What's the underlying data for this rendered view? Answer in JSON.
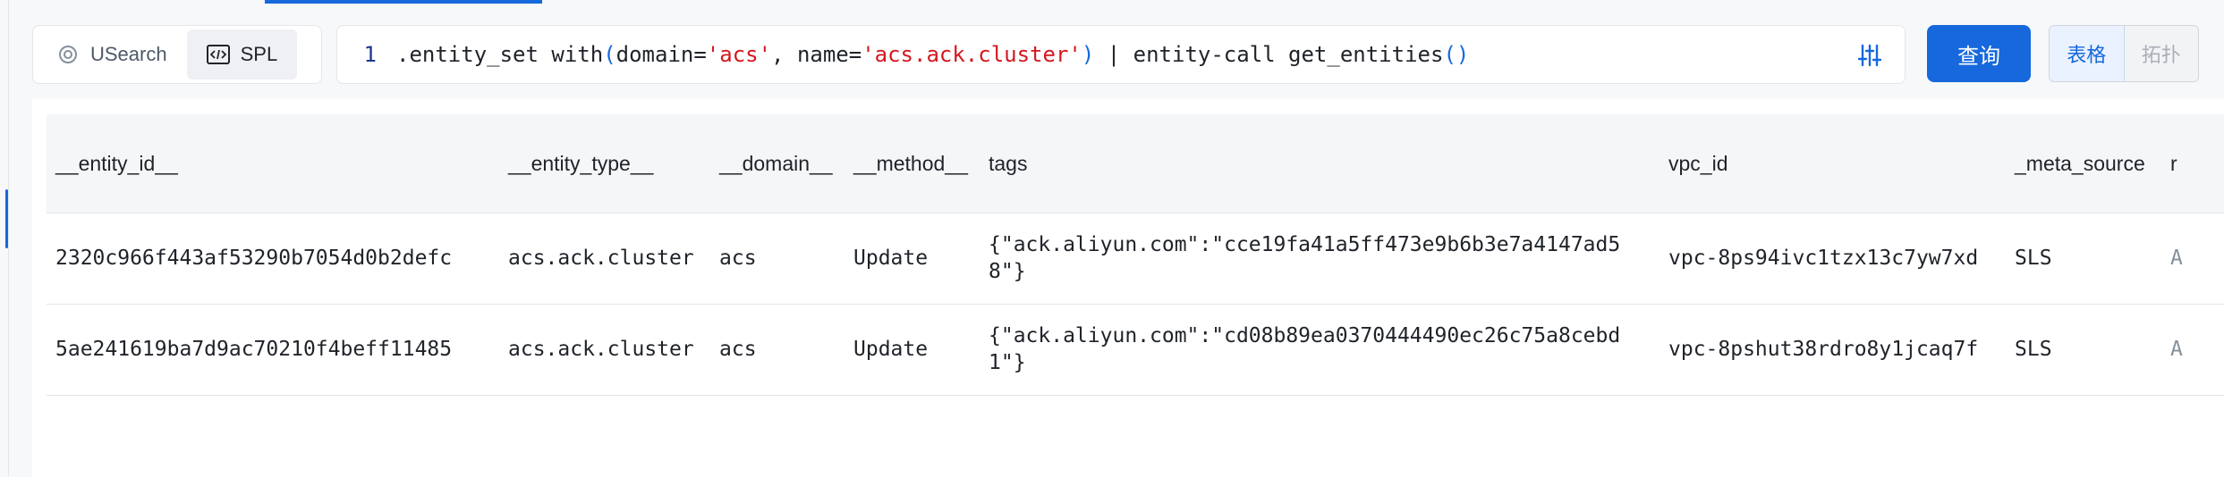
{
  "mode_switch": {
    "usearch_label": "USearch",
    "spl_label": "SPL",
    "active": "SPL"
  },
  "editor": {
    "line_number": "1",
    "query_tokens": {
      "t1": ".entity_set with",
      "t2": "(",
      "t3": "domain=",
      "t4": "'acs'",
      "t5": ", name=",
      "t6": "'acs.ack.cluster'",
      "t7": ")",
      "t8": " | entity-call get_entities",
      "t9": "()"
    },
    "options_icon": "sliders-icon"
  },
  "search_button": {
    "label": "查询"
  },
  "view_toggle": {
    "table_label": "表格",
    "topology_label": "拓扑",
    "active": "table"
  },
  "table": {
    "columns": [
      "__entity_id__",
      "__entity_type__",
      "__domain__",
      "__method__",
      "tags",
      "vpc_id",
      "_meta_source",
      "r"
    ],
    "rows": [
      {
        "entity_id": "2320c966f443af53290b7054d0b2defc",
        "entity_type": "acs.ack.cluster",
        "domain": "acs",
        "method": "Update",
        "tags": "{\"ack.aliyun.com\":\"cce19fa41a5ff473e9b6b3e7a4147ad58\"}",
        "vpc_id": "vpc-8ps94ivc1tzx13c7yw7xd",
        "meta_source": "SLS",
        "r": "A"
      },
      {
        "entity_id": "5ae241619ba7d9ac70210f4beff11485",
        "entity_type": "acs.ack.cluster",
        "domain": "acs",
        "method": "Update",
        "tags": "{\"ack.aliyun.com\":\"cd08b89ea0370444490ec26c75a8cebd1\"}",
        "vpc_id": "vpc-8pshut38rdro8y1jcaq7f",
        "meta_source": "SLS",
        "r": "A"
      }
    ]
  },
  "colors": {
    "accent": "#1668dc",
    "string_literal": "#d4181f",
    "header_bg": "#f5f6f8"
  }
}
